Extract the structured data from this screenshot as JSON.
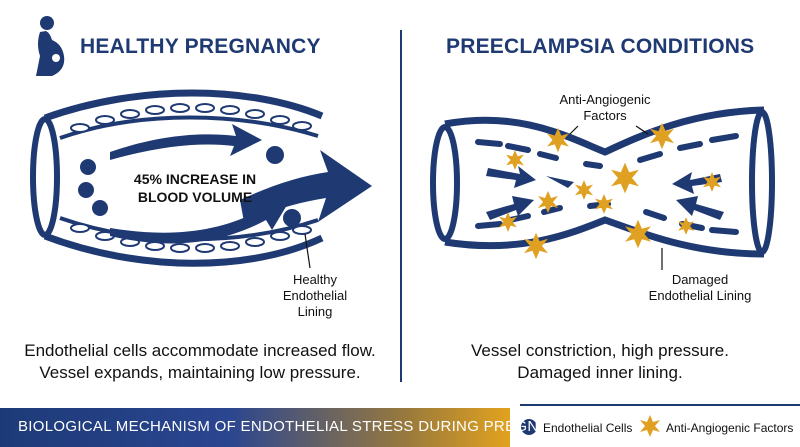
{
  "left": {
    "title": "HEALTHY PREGNANCY",
    "center_label_line1": "45% INCREASE IN",
    "center_label_line2": "BLOOD VOLUME",
    "lining_label_line1": "Healthy",
    "lining_label_line2": "Endothelial",
    "lining_label_line3": "Lining",
    "caption_line1": "Endothelial cells accommodate increased flow.",
    "caption_line2": "Vessel expands, maintaining low pressure."
  },
  "right": {
    "title": "PREECLAMPSIA CONDITIONS",
    "factors_label_line1": "Anti-Angiogenic",
    "factors_label_line2": "Factors",
    "damaged_label_line1": "Damaged",
    "damaged_label_line2": "Endothelial Lining",
    "caption_line1": "Vessel constriction, high pressure.",
    "caption_line2": "Damaged inner lining."
  },
  "footer": {
    "banner": "BIOLOGICAL MECHANISM OF ENDOTHELIAL STRESS DURING PREGNANCY",
    "legend_cells": "Endothelial Cells",
    "legend_factors": "Anti-Angiogenic Factors"
  },
  "colors": {
    "navy": "#1f3a73",
    "gold": "#e0a021"
  }
}
